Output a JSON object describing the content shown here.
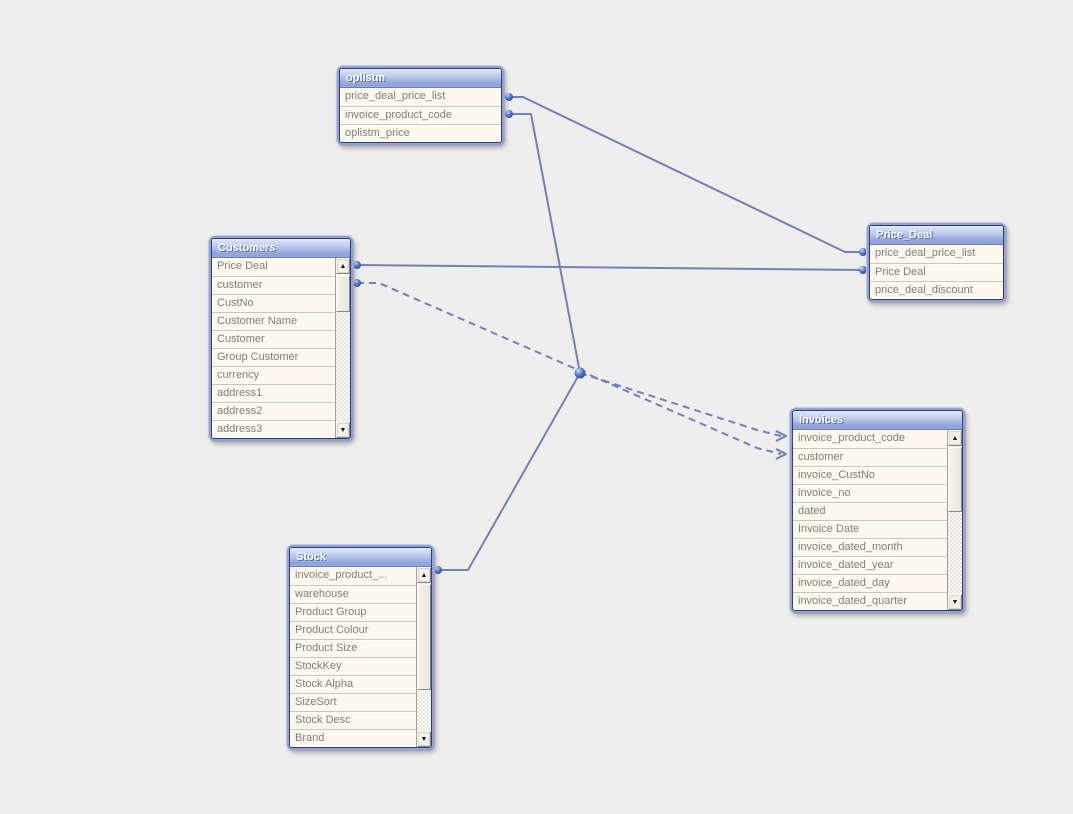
{
  "app": {
    "view_name": "table-viewer"
  },
  "colors": {
    "canvas_background": "#eeeeee",
    "connector": "#7181b8",
    "table_border_outer": "#92a2d5",
    "table_border_inner": "#2f3d7d",
    "header_gradient_top": "#e2e9f9",
    "header_gradient_bottom": "#8ea2d8",
    "header_text": "#ffffff",
    "row_background": "#fdf9ee",
    "row_text": "#7d7d7d"
  },
  "tables": {
    "oplistm": {
      "title": "oplistm",
      "fields": [
        "price_deal_price_list",
        "invoice_product_code",
        "oplistm_price"
      ]
    },
    "customers": {
      "title": "Customers",
      "fields": [
        "Price Deal",
        "customer",
        "CustNo",
        "Customer Name",
        "Customer",
        "Group Customer",
        "currency",
        "address1",
        "address2",
        "address3"
      ]
    },
    "price_deal": {
      "title": "Price_Deal",
      "fields": [
        "price_deal_price_list",
        "Price Deal",
        "price_deal_discount"
      ]
    },
    "invoices": {
      "title": "Invoices",
      "fields": [
        "invoice_product_code",
        "customer",
        "invoice_CustNo",
        "invoice_no",
        "dated",
        "Invoice Date",
        "invoice_dated_month",
        "invoice_dated_year",
        "invoice_dated_day",
        "invoice_dated_quarter"
      ]
    },
    "stock": {
      "title": "Stock",
      "fields": [
        "invoice_product_...",
        "warehouse",
        "Product Group",
        "Product Colour",
        "Product Size",
        "StockKey",
        "Stock Alpha",
        "SizeSort",
        "Stock Desc",
        "Brand"
      ]
    }
  },
  "connections": [
    {
      "from": "oplistm.price_deal_price_list",
      "to": "Price_Deal.price_deal_price_list",
      "style": "solid"
    },
    {
      "from": "Customers.Price Deal",
      "to": "Price_Deal.Price Deal",
      "style": "solid"
    },
    {
      "from": "Customers.customer",
      "to": "Invoices.customer",
      "style": "dashed-arrow"
    },
    {
      "from": "oplistm.invoice_product_code",
      "via": "junction",
      "to": "Invoices.invoice_product_code",
      "style": "solid-then-dashed-arrow"
    },
    {
      "from": "Stock.invoice_product_...",
      "via": "junction",
      "to": "Invoices.invoice_product_code",
      "style": "solid-then-dashed-arrow"
    }
  ]
}
